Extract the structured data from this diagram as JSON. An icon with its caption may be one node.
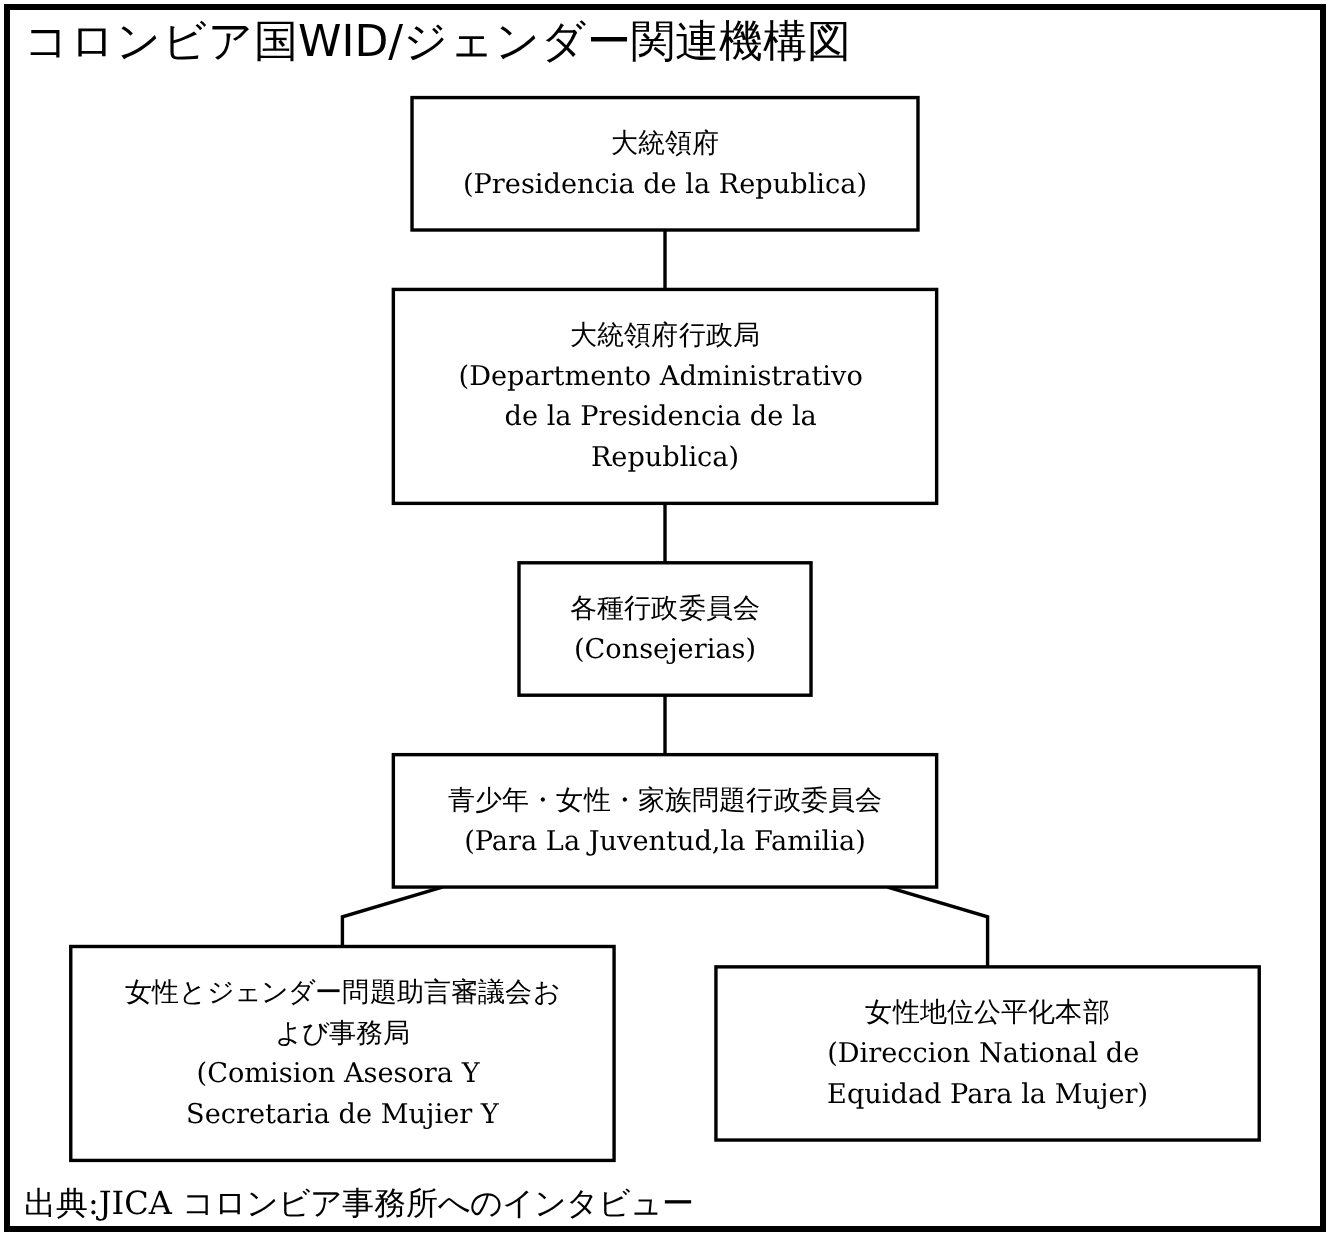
{
  "diagram": {
    "title": "コロンビア国WID/ジェンダー関連機構図",
    "caption": "出典:JICA コロンビア事務所へのインタビュー",
    "nodes": [
      {
        "text": [
          "大統領府",
          "(Presidencia de la Republica)"
        ]
      },
      {
        "text": [
          "大統領府行政局",
          "(Departmento Administrativo de la Presidencia de la Republica)"
        ]
      },
      {
        "text": [
          "各種行政委員会",
          "(Consejerias)"
        ]
      },
      {
        "text": [
          "青少年・女性・家族問題行政委員会(Para La Juventud,la Familia)"
        ]
      },
      {
        "text": [
          "女性とジェンダー問題助言審議会および事務局",
          "(Comision Asesora Y Secretaria de Mujier Y"
        ]
      },
      {
        "text": [
          "女性地位公平化本部",
          "(Direccion National de Equidad Para la Mujer)"
        ]
      }
    ],
    "edges": [
      {
        "from": 0,
        "to": 1,
        "arrow": "none"
      },
      {
        "from": 1,
        "to": 2,
        "arrow": "none"
      },
      {
        "from": 2,
        "to": 3,
        "arrow": "none"
      },
      {
        "from": 3,
        "to": 4,
        "arrow": "none"
      },
      {
        "from": 3,
        "to": 5,
        "arrow": "none"
      }
    ]
  }
}
